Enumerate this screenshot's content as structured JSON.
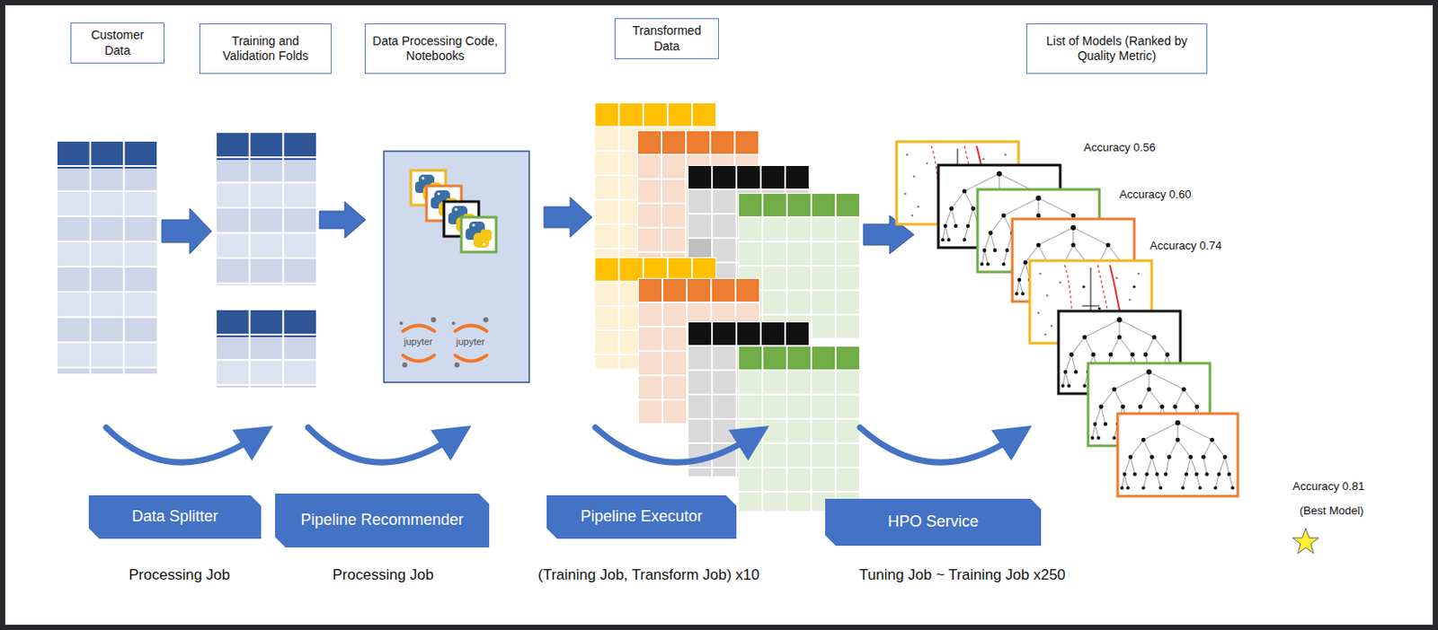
{
  "diagram": {
    "nodes": [
      {
        "text": [
          "Customer Data"
        ]
      },
      {
        "text": [
          "Training and Validation Folds"
        ]
      },
      {
        "text": [
          "Data Processing Code, Notebooks"
        ]
      },
      {
        "text": [
          "Transformed Data"
        ]
      },
      {
        "text": [
          "List of Models (Ranked by Quality Metric)"
        ]
      },
      {
        "text": [
          "Data Splitter"
        ]
      },
      {
        "text": [
          "Pipeline Recommender"
        ]
      },
      {
        "text": [
          "Pipeline Executor"
        ]
      },
      {
        "text": [
          "HPO Service"
        ]
      }
    ],
    "labels": [
      "jupyter",
      "jupyter",
      "Accuracy 0.56",
      "Accuracy 0.60",
      "Accuracy 0.74",
      "Accuracy 0.81",
      "(Best Model)",
      "Processing Job",
      "Processing Job",
      "(Training Job, Transform Job) x10",
      "Tuning Job ~ Training Job x250"
    ]
  }
}
